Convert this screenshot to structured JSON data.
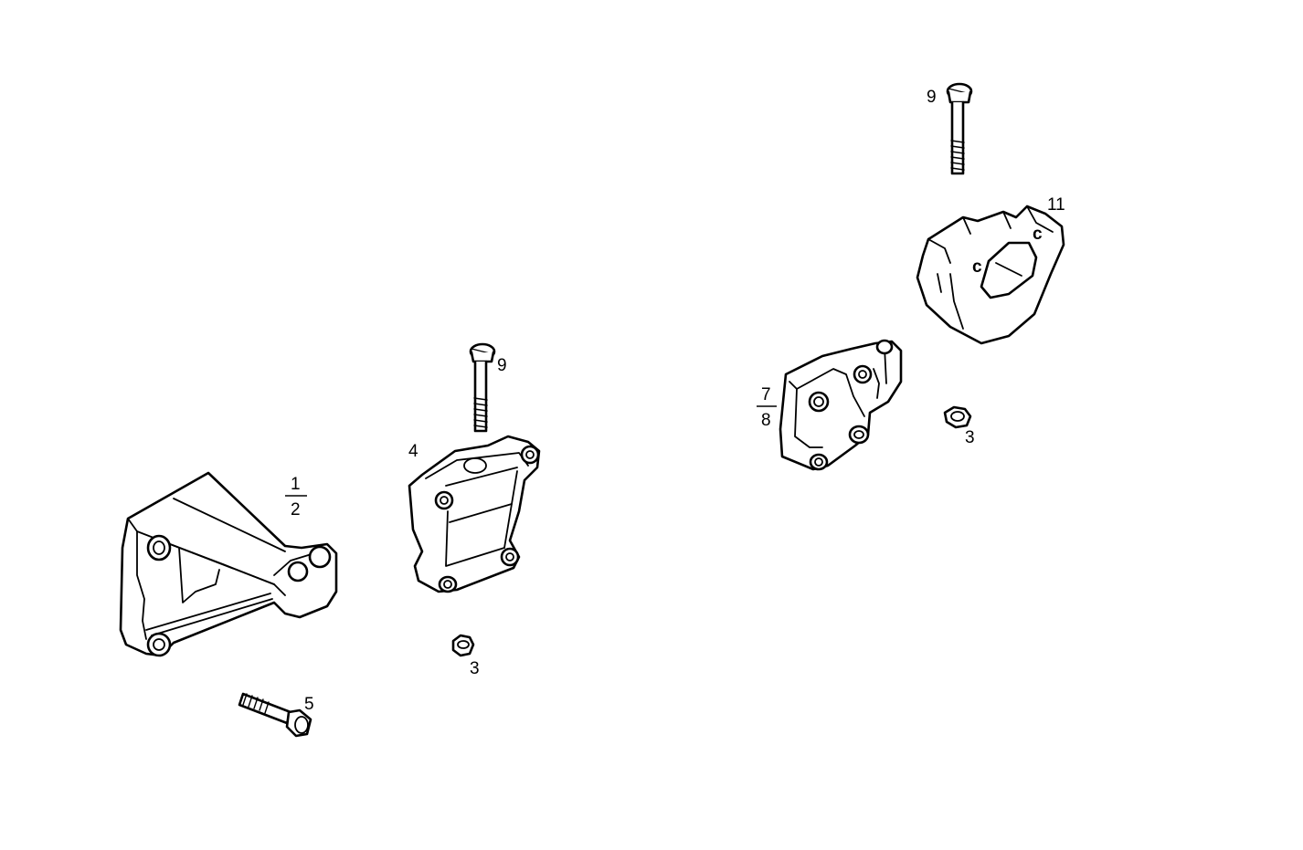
{
  "callouts": {
    "part_1_2": {
      "numerator": "1",
      "denominator": "2"
    },
    "part_3_left": "3",
    "part_4": "4",
    "part_5": "5",
    "part_9_left": "9",
    "part_7_8": {
      "numerator": "7",
      "denominator": "8"
    },
    "part_3_right": "3",
    "part_9_right": "9",
    "part_11": "11"
  },
  "colors": {
    "line": "#000000",
    "background": "#ffffff"
  }
}
